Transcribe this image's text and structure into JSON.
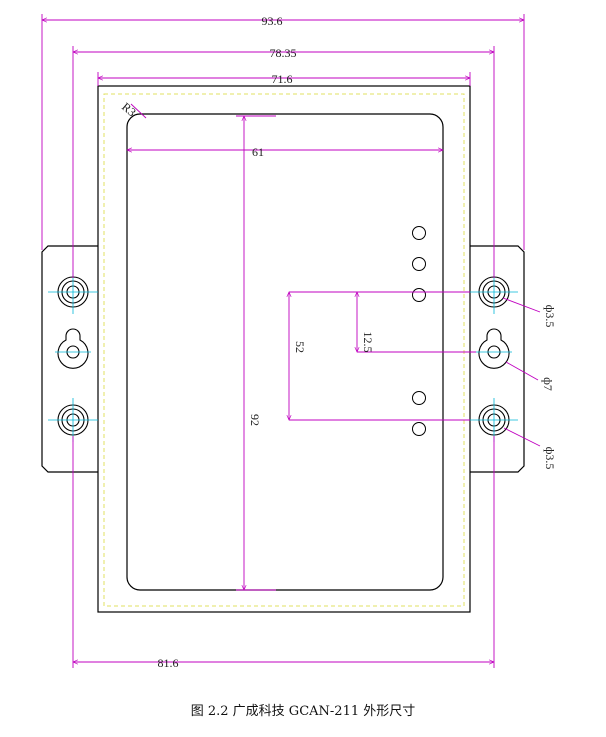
{
  "dimensions": {
    "overall_width": "93.6",
    "mount_hole_spacing": "78.35",
    "body_width": "71.6",
    "inner_width": "61",
    "bottom_width": "81.6",
    "corner_radius": "R3",
    "inner_height": "92",
    "led_spacing": "52",
    "slot_offset": "12.5",
    "hole_diameter_top": "ф3.5",
    "slot_diameter": "ф7",
    "hole_diameter_bottom": "ф3.5"
  },
  "caption": "图 2.2  广成科技 GCAN-211  外形尺寸",
  "colors": {
    "outline": "#000000",
    "dimension": "#c000c0",
    "center_line": "#00b8d8",
    "hidden_edge": "#e0e060"
  }
}
